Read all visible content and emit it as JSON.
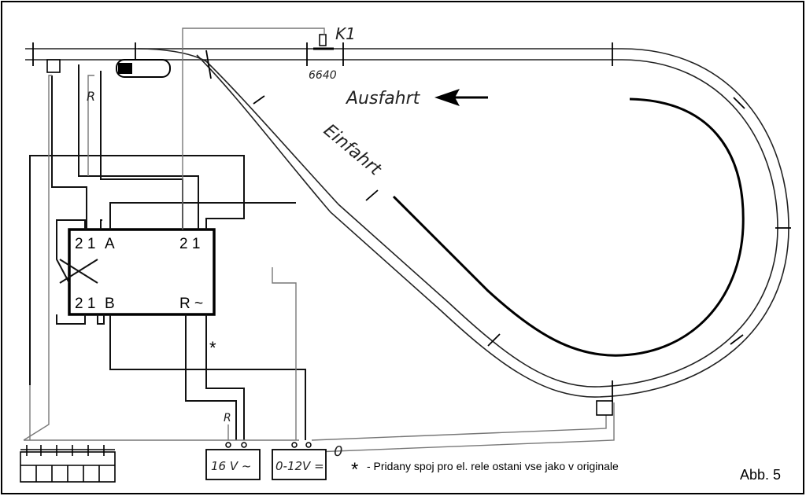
{
  "labels": {
    "contact": "K1",
    "contact_number": "6640",
    "exit": "Ausfahrt",
    "entry": "Einfahrt",
    "resistor_r1": "R",
    "resistor_r2": "R",
    "zero": "0",
    "figure": "Abb. 5"
  },
  "relay": {
    "top_left": "2 1",
    "top_a": "A",
    "top_right": "2 1",
    "bottom_left": "2 1",
    "bottom_b": "B",
    "bottom_right": "R ~"
  },
  "power": {
    "ac": "16 V ~",
    "dc": "0-12V ="
  },
  "note": {
    "asterisk_mark": "*",
    "legend_star": "*",
    "text": "- Pridany spoj pro el. rele ostani vse jako v originale"
  },
  "colors": {
    "line": "#000000",
    "thin_line": "#333333",
    "grey_line": "#8a8a8a"
  }
}
